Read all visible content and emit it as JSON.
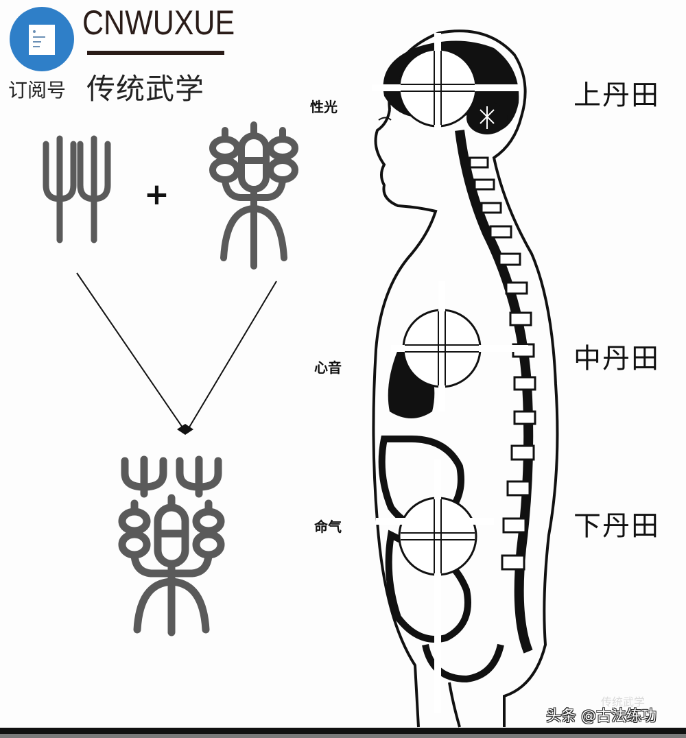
{
  "header": {
    "brand_en": "CNWUXUE",
    "brand_cn": "传统武学",
    "subscribe_label": "订阅号",
    "logo_icon": "document-icon",
    "logo_color": "#2f7fc8"
  },
  "etymology": {
    "component_1": "艸",
    "component_1_desc": "seal-script grass radical",
    "operator": "+",
    "component_2": "樂",
    "component_2_desc": "seal-script 乐 (music/joy)",
    "result": "藥",
    "result_desc": "seal-script 药 (medicine)"
  },
  "body_diagram": {
    "left_labels": [
      {
        "text": "性光"
      },
      {
        "text": "心音"
      },
      {
        "text": "命气"
      }
    ],
    "right_labels": [
      {
        "text": "上丹田"
      },
      {
        "text": "中丹田"
      },
      {
        "text": "下丹田"
      }
    ]
  },
  "footer": {
    "watermark": "头条 @古法练功",
    "faint_watermark": "传统武学"
  }
}
